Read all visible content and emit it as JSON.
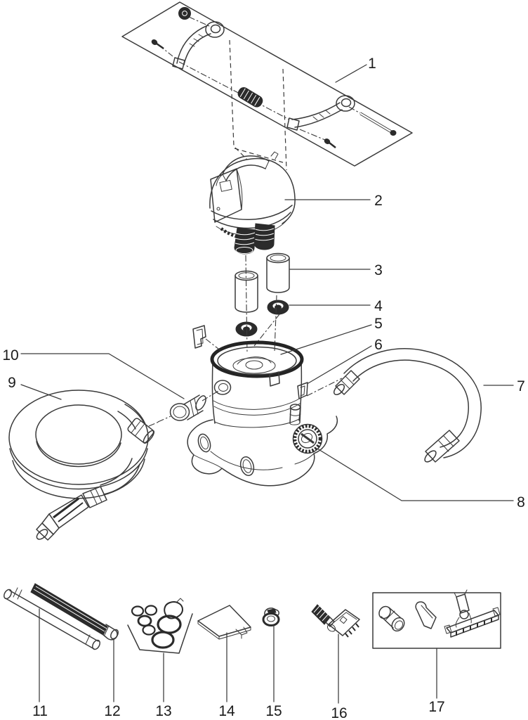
{
  "diagram": {
    "kind": "exploded-parts-diagram",
    "colors": {
      "line": "#3a3a3a",
      "dark_fill": "#2b2b2b",
      "background": "#ffffff"
    },
    "part_labels": [
      "1",
      "2",
      "3",
      "4",
      "5",
      "6",
      "7",
      "8",
      "9",
      "10",
      "11",
      "12",
      "13",
      "14",
      "15",
      "16",
      "17"
    ]
  }
}
